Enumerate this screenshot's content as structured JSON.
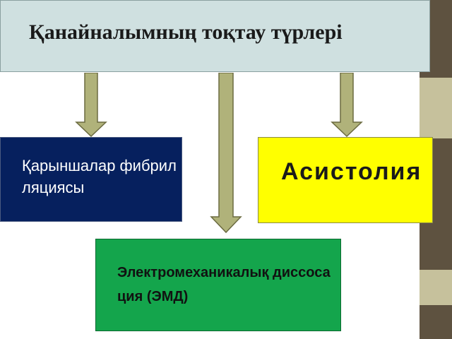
{
  "header": {
    "title": "Қанайналымның тоқтау түрлері"
  },
  "boxes": {
    "ventricular_fibrillation": "Қарыншалар фибрилляциясы",
    "asystole": "Асистолия",
    "emd": "Электромеханикалық диссосация (ЭМД)"
  },
  "colors": {
    "header_bg": "#cfe0e0",
    "vf_bg": "#06205e",
    "asystole_bg": "#ffff00",
    "emd_bg": "#14a54c",
    "arrow": "#b0b27a"
  }
}
